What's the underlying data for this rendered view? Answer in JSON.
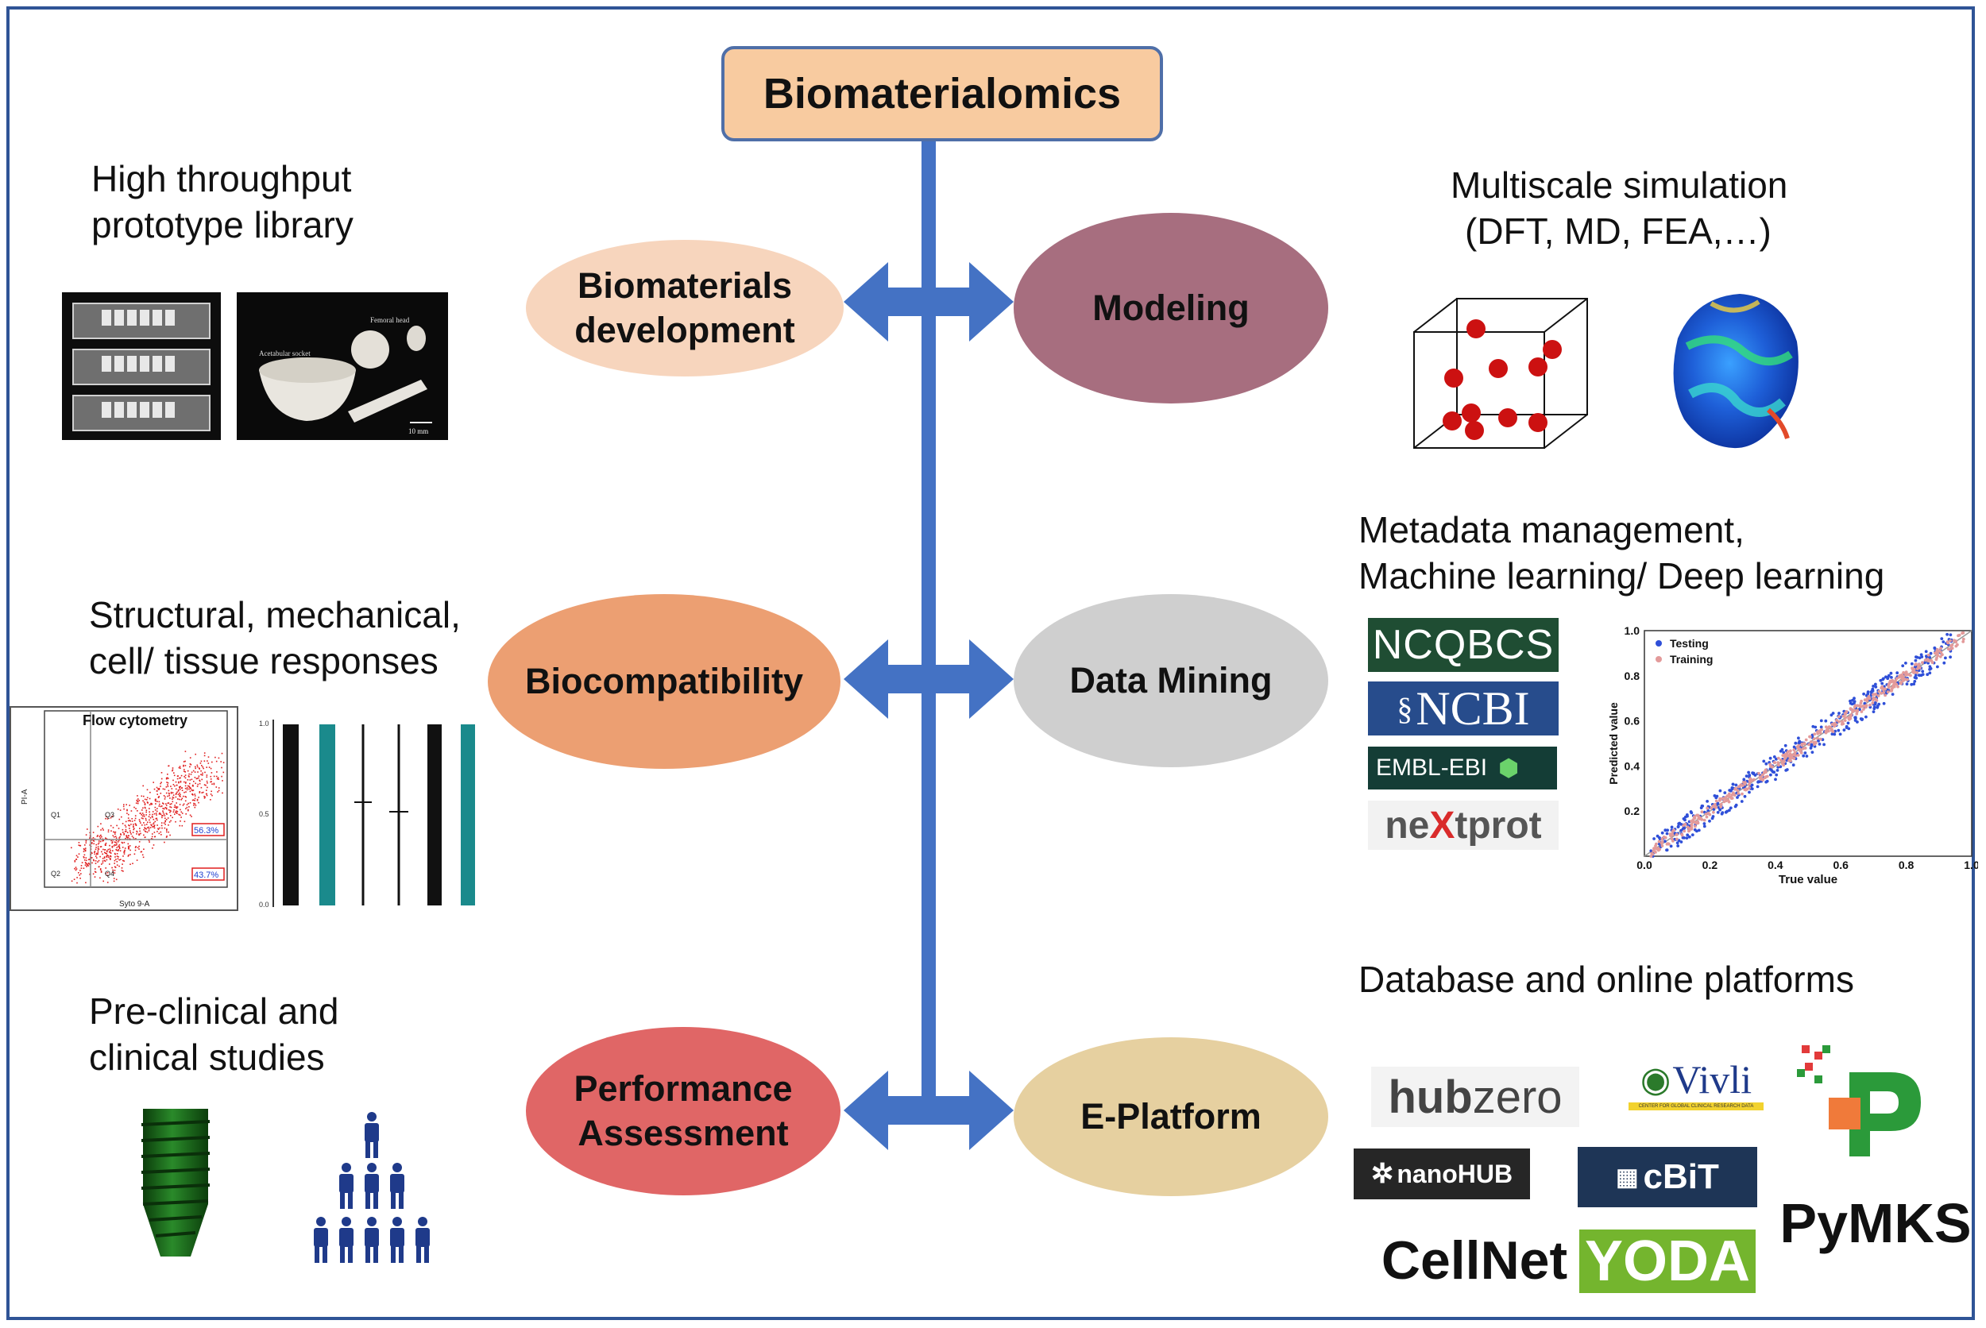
{
  "title": "Biomaterialomics",
  "nodes": {
    "biomaterials_development": "Biomaterials\ndevelopment",
    "modeling": "Modeling",
    "biocompatibility": "Biocompatibility",
    "data_mining": "Data Mining",
    "performance_assessment": "Performance\nAssessment",
    "e_platform": "E-Platform"
  },
  "left_labels": {
    "prototype_line1": "High throughput",
    "prototype_line2": "prototype  library",
    "responses_line1": "Structural, mechanical,",
    "responses_line2": "cell/ tissue responses",
    "clinical_line1": "Pre-clinical and",
    "clinical_line2": "clinical studies"
  },
  "right_labels": {
    "simulation_line1": "Multiscale simulation",
    "simulation_line2": "(DFT, MD, FEA,…)",
    "ml_line1": "Metadata  management,",
    "ml_line2": "Machine learning/ Deep learning",
    "platforms": "Database and online platforms"
  },
  "image_text": {
    "femoral_head": "Femoral head",
    "acetabular_socket": "Acetabular socket",
    "scale": "10 mm",
    "flow_title": "Flow cytometry",
    "flow_pct_top": "56.3%",
    "flow_pct_bottom": "43.7%",
    "flow_ylabel": "PI-A",
    "flow_xlabel": "Syto 9-A",
    "flow_q1": "Q1",
    "flow_q2": "Q2",
    "flow_q3": "Q3",
    "flow_q4": "Q4"
  },
  "logos": {
    "ncqbcs": "NCQBCS",
    "ncbi": "NCBI",
    "embl": "EMBL-EBI",
    "nextprot_ne": "ne",
    "nextprot_x": "X",
    "nextprot_rest": "tprot",
    "hubzero_hub": "hub",
    "hubzero_zero": "zero",
    "vivli": "Vivli",
    "vivli_sub": "CENTER FOR GLOBAL CLINICAL RESEARCH DATA",
    "nanohub": "nanoHUB",
    "cbit": "cBiT",
    "cellnet": "CellNet",
    "yoda": "YODA",
    "pymks": "PyMKS"
  },
  "chart_data": {
    "type": "scatter",
    "xlabel": "True value",
    "ylabel": "Predicted value",
    "xlim": [
      0,
      1
    ],
    "ylim": [
      0,
      1
    ],
    "x_ticks": [
      "0.0",
      "0.2",
      "0.4",
      "0.6",
      "0.8",
      "1.0"
    ],
    "y_ticks": [
      "0.2",
      "0.4",
      "0.6",
      "0.8",
      "1.0"
    ],
    "legend_position": "top-left",
    "series": [
      {
        "name": "Testing",
        "color": "#2f4fd8"
      },
      {
        "name": "Training",
        "color": "#e39a9a"
      }
    ],
    "reference_line": [
      [
        0,
        0
      ],
      [
        1,
        1
      ]
    ]
  },
  "colors": {
    "border": "#2f5496",
    "arrow": "#4472c4",
    "title_fill": "#f8cba0",
    "biomaterials_development": "#f7d5bd",
    "modeling": "#a76e7f",
    "biocompatibility": "#ec9f72",
    "data_mining": "#cfcfcf",
    "performance_assessment": "#e06666",
    "e_platform": "#e6d0a0"
  }
}
